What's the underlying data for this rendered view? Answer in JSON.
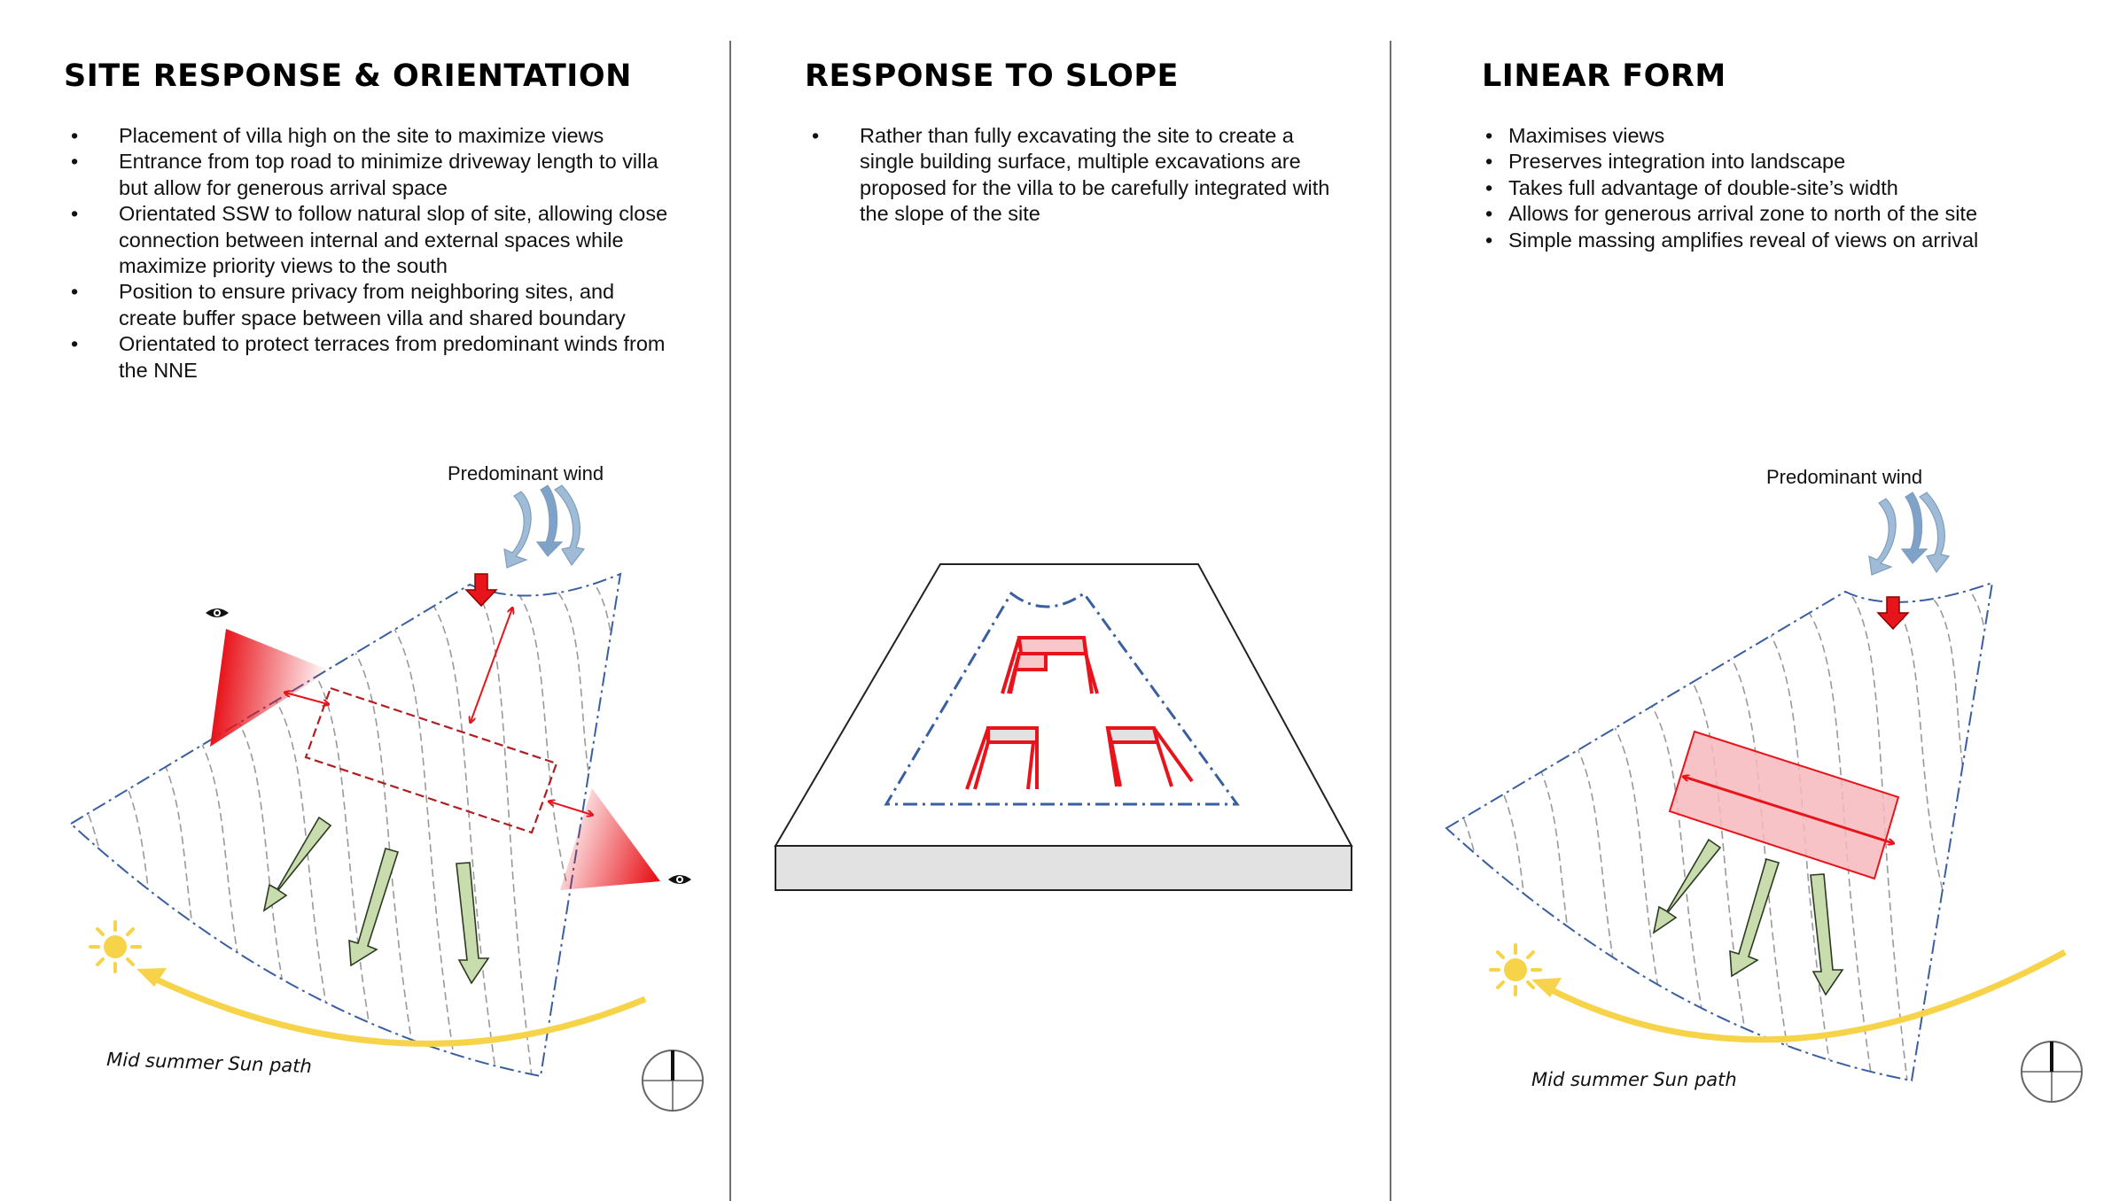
{
  "panels": [
    {
      "title": "SITE RESPONSE & ORIENTATION",
      "bullets": [
        "Placement of villa high on the site to maximize views",
        "Entrance from top road to minimize driveway length to villa but allow for generous arrival space",
        "Orientated SSW to follow natural slop of site, allowing close connection between internal and external spaces while maximize priority views to the south",
        "Position to ensure privacy from neighboring sites, and create buffer space between villa and shared boundary",
        "Orientated to protect terraces from predominant winds from the NNE"
      ]
    },
    {
      "title": "RESPONSE TO SLOPE",
      "bullets": [
        "Rather than fully excavating the site to create a single building surface, multiple excavations are proposed for the villa to be carefully integrated with the slope of the site"
      ]
    },
    {
      "title": "LINEAR FORM",
      "bullets": [
        "Maximises views",
        "Preserves integration into landscape",
        "Takes full advantage of double-site’s width",
        "Allows for generous arrival zone to north of the site",
        "Simple massing amplifies reveal of views on arrival"
      ]
    }
  ],
  "diagram_labels": {
    "wind_left": "Predominant wind",
    "sun_left": "Mid summer Sun path",
    "wind_right": "Predominant wind",
    "sun_right": "Mid summer Sun path"
  },
  "colors": {
    "boundary": "#3a5fa0",
    "contour": "#9a9a9a",
    "red": "#e8141b",
    "sun": "#f7d34a",
    "view_arrow": "#c8dcae",
    "wind": "#9fbbd6"
  },
  "icons": [
    "eye-icon",
    "sun-icon",
    "north-arrow-icon",
    "wind-arrow-icon"
  ]
}
